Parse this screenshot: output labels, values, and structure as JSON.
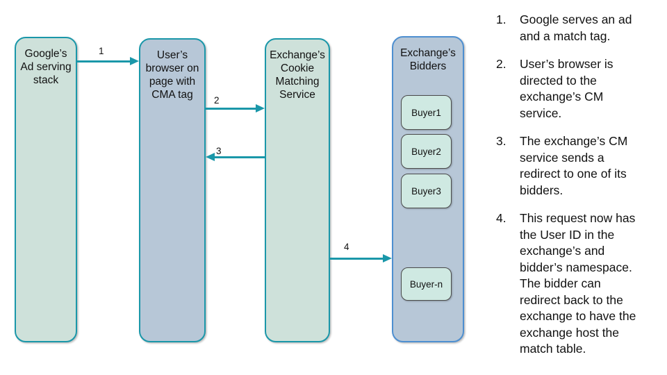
{
  "colors": {
    "teal": "#1a97a9",
    "green-fill": "#cee1da",
    "blue-fill": "#b7c7d7",
    "blue-border": "#4e8fd0",
    "buyer-fill": "#cfe9e2",
    "buyer-border": "#4a4a4a",
    "text": "#111111"
  },
  "diagram": {
    "nodes": [
      {
        "id": "google-ad-stack",
        "label": "Google’s\nAd serving\nstack"
      },
      {
        "id": "user-browser",
        "label": "User’s\nbrowser on\npage with\nCMA tag"
      },
      {
        "id": "cookie-matching-service",
        "label": "Exchange’s\nCookie\nMatching\nService"
      },
      {
        "id": "exchange-bidders",
        "label": "Exchange’s\nBidders"
      }
    ],
    "buyers": [
      {
        "label": "Buyer1"
      },
      {
        "label": "Buyer2"
      },
      {
        "label": "Buyer3"
      },
      {
        "label": "Buyer-n"
      }
    ],
    "arrows": [
      {
        "label": "1",
        "from": "google-ad-stack",
        "to": "user-browser"
      },
      {
        "label": "2",
        "from": "user-browser",
        "to": "cookie-matching-service"
      },
      {
        "label": "3",
        "from": "cookie-matching-service",
        "to": "user-browser"
      },
      {
        "label": "4",
        "from": "cookie-matching-service",
        "to": "exchange-bidders"
      }
    ]
  },
  "steps": [
    {
      "num": "1.",
      "text": "Google serves an ad\nand a match tag."
    },
    {
      "num": "2.",
      "text": "User’s browser is\ndirected to the\nexchange’s CM\nservice."
    },
    {
      "num": "3.",
      "text": "The exchange’s CM\nservice sends a\nredirect to one of its\nbidders."
    },
    {
      "num": "4.",
      "text": "This request now has\nthe User ID in the\nexchange’s and\nbidder’s namespace.\nThe bidder can\nredirect back to the\nexchange to have the\nexchange host the\nmatch table."
    }
  ]
}
